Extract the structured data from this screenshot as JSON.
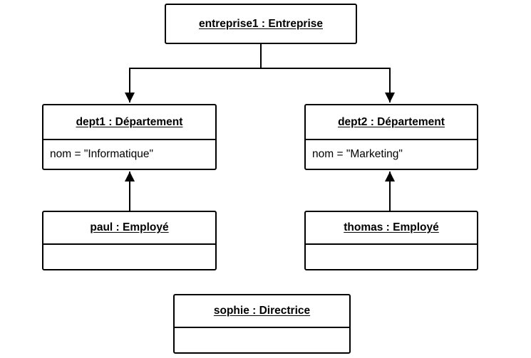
{
  "diagram": {
    "objects": [
      {
        "id": "entreprise1",
        "header": "entreprise1 : Entreprise",
        "attributes": []
      },
      {
        "id": "dept1",
        "header": "dept1 : Département",
        "attributes": [
          "nom = \"Informatique\""
        ]
      },
      {
        "id": "dept2",
        "header": "dept2 : Département",
        "attributes": [
          "nom = \"Marketing\""
        ]
      },
      {
        "id": "paul",
        "header": "paul : Employé",
        "attributes": []
      },
      {
        "id": "thomas",
        "header": "thomas : Employé",
        "attributes": []
      },
      {
        "id": "sophie",
        "header": "sophie : Directrice",
        "attributes": []
      }
    ],
    "links": [
      {
        "from": "entreprise1",
        "to": "dept1",
        "arrow": "to"
      },
      {
        "from": "entreprise1",
        "to": "dept2",
        "arrow": "to"
      },
      {
        "from": "paul",
        "to": "dept1",
        "arrow": "to"
      },
      {
        "from": "thomas",
        "to": "dept2",
        "arrow": "to"
      }
    ],
    "line_color": "#000000",
    "box_fill": "#ffffff"
  }
}
